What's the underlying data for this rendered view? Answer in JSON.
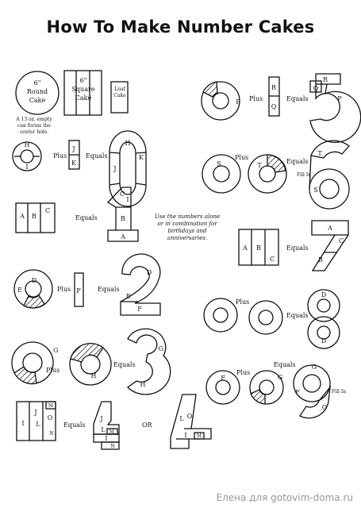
{
  "title": "How To Make Number Cakes",
  "pans": {
    "round": [
      "6\"",
      "Round",
      "Cake"
    ],
    "square": [
      "6\"",
      "Square",
      "Cake"
    ],
    "loaf": [
      "Loaf",
      "Cake"
    ]
  },
  "tin_note": [
    "A 13 oz. empty",
    "can forms the",
    "center hole."
  ],
  "usage_note": [
    "Use the numbers alone",
    "or in combination for",
    "birthdays and",
    "anniversaries."
  ],
  "words": {
    "plus": "Plus",
    "equals": "Equals",
    "or": "OR",
    "fill_in": "Fill In"
  },
  "pieces": {
    "A": "A",
    "B": "B",
    "C": "C",
    "D": "D",
    "E": "E",
    "F": "F",
    "G": "G",
    "H": "H",
    "I": "I",
    "J": "J",
    "K": "K",
    "L": "L",
    "M": "M",
    "N": "N",
    "O": "O",
    "P": "P",
    "Q": "Q",
    "R": "R",
    "S": "S",
    "T": "T"
  },
  "watermark": "Елена для gotovim-doma.ru"
}
